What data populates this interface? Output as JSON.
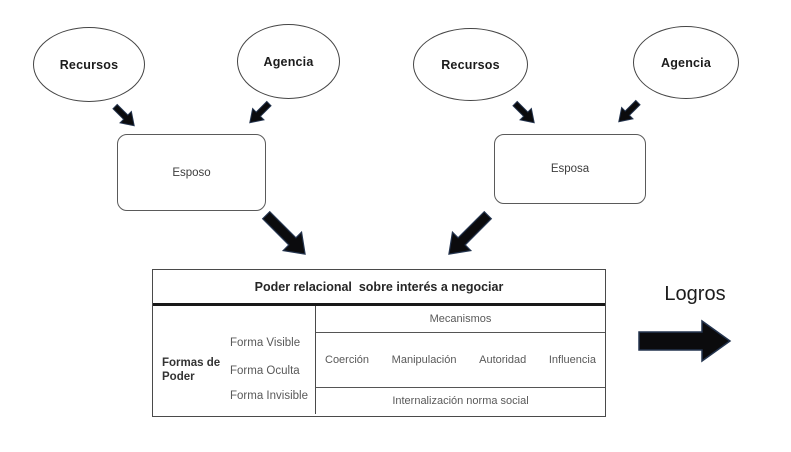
{
  "colors": {
    "arrow_fill": "#0b0b0d",
    "arrow_stroke": "#24344e",
    "shape_border": "#4a4a4a",
    "gray_text": "#595959",
    "dark_text": "#1f1f1f"
  },
  "nodes": {
    "husband_group": {
      "resources": "Recursos",
      "agency": "Agencia",
      "actor": "Esposo"
    },
    "wife_group": {
      "resources": "Recursos",
      "agency": "Agencia",
      "actor": "Esposa"
    }
  },
  "table": {
    "title": "Poder relacional  sobre interés a negociar",
    "forms_title": "Formas de Poder",
    "forms": [
      "Forma Visible",
      "Forma Oculta",
      "Forma Invisible"
    ],
    "mechanisms_title": "Mecanismos",
    "mechanisms": [
      "Coerción",
      "Manipulación",
      "Autoridad",
      "Influencia"
    ],
    "invisible_mechanism": "Internalización norma social"
  },
  "outcome": {
    "label": "Logros"
  }
}
